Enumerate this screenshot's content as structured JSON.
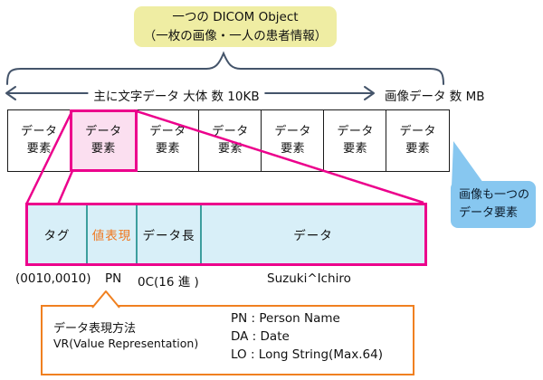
{
  "title_callout": {
    "line1": "一つの DICOM Object",
    "line2": "（一枚の画像・一人の患者情報）"
  },
  "scale_row": {
    "left_label": "主に文字データ 大体 数 10KB",
    "right_label": "画像データ 数 MB"
  },
  "element_row": {
    "cell_line1": "データ",
    "cell_line2": "要素",
    "cell_count": 7,
    "highlighted_index": 1
  },
  "image_callout": {
    "line1": "画像も一つの",
    "line2": "データ要素"
  },
  "detail_box": {
    "cells": {
      "tag": "タグ",
      "vr": "値表現",
      "length": "データ長",
      "data": "データ"
    }
  },
  "example": {
    "tag": "(0010,0010)",
    "vr": "PN",
    "length": "0C(16 進 )",
    "value": "Suzuki^Ichiro"
  },
  "vr_note": {
    "title": "データ表現方法",
    "subtitle": "VR(Value Representation)",
    "entries": [
      "PN : Person Name",
      "DA : Date",
      "LO : Long String(Max.64)"
    ]
  },
  "colors": {
    "highlight_pink": "#ec008c",
    "highlight_pink_fill": "#fbdff0",
    "detail_fill_blue": "#d8eff8",
    "divider_teal": "#3d9e9e",
    "accent_orange": "#f07820",
    "callout_blue": "#87c7f0",
    "title_yellow": "#efeda3",
    "brace_slate": "#44546a"
  }
}
